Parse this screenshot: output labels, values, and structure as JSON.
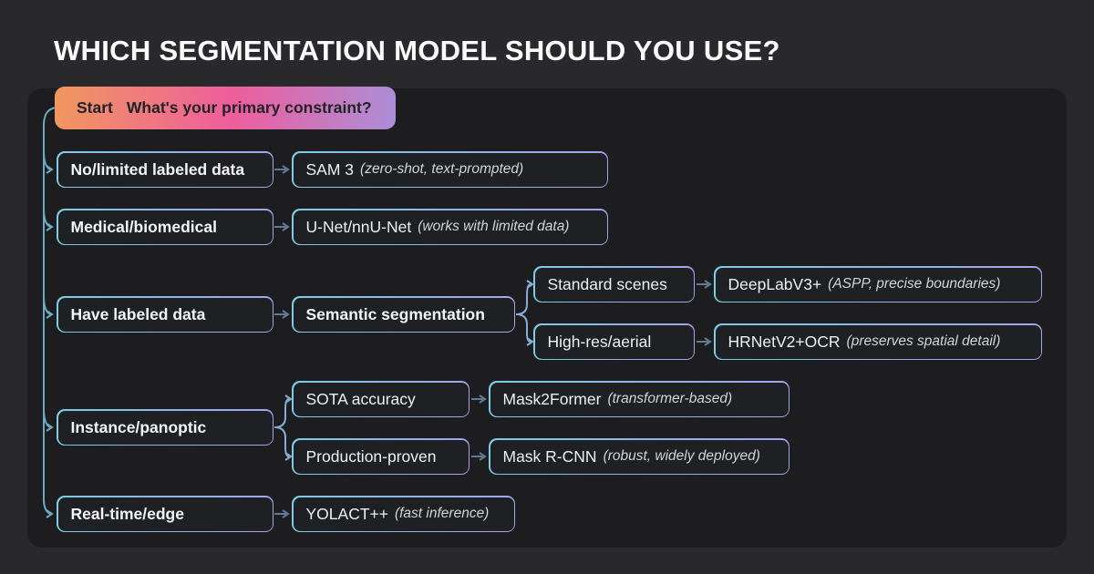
{
  "title": "WHICH SEGMENTATION MODEL SHOULD YOU USE?",
  "diagram": {
    "start": {
      "label": "Start",
      "question": "What's your primary constraint?"
    },
    "rows": {
      "no_data": {
        "constraint": "No/limited labeled data",
        "model": "SAM 3",
        "note": "(zero-shot, text-prompted)"
      },
      "medical": {
        "constraint": "Medical/biomedical",
        "model": "U-Net/nnU-Net",
        "note": "(works with limited data)"
      },
      "labeled": {
        "constraint": "Have labeled data",
        "task": "Semantic segmentation",
        "standard": {
          "scenario": "Standard scenes",
          "model": "DeepLabV3+",
          "note": "(ASPP, precise boundaries)"
        },
        "highres": {
          "scenario": "High-res/aerial",
          "model": "HRNetV2+OCR",
          "note": "(preserves spatial detail)"
        }
      },
      "instance": {
        "constraint": "Instance/panoptic",
        "sota": {
          "scenario": "SOTA accuracy",
          "model": "Mask2Former",
          "note": "(transformer-based)"
        },
        "production": {
          "scenario": "Production-proven",
          "model": "Mask R-CNN",
          "note": "(robust, widely deployed)"
        }
      },
      "realtime": {
        "constraint": "Real-time/edge",
        "model": "YOLACT++",
        "note": "(fast inference)"
      }
    }
  },
  "colors": {
    "background_outer": "#29292b",
    "background_panel": "#1d1d1f",
    "node_fill": "#1f2024",
    "node_border_cyan": "#7ecde4",
    "node_border_violet": "#a3a3ec",
    "trunk_connector": "#6fa9be",
    "fork_connector": "#85aed6",
    "arrow_connector": "#5f7a92",
    "pill_gradient_start": "#f0975f",
    "pill_gradient_mid": "#ee5e9c",
    "pill_gradient_end": "#ab8ed9",
    "title_text": "#fafafa"
  }
}
